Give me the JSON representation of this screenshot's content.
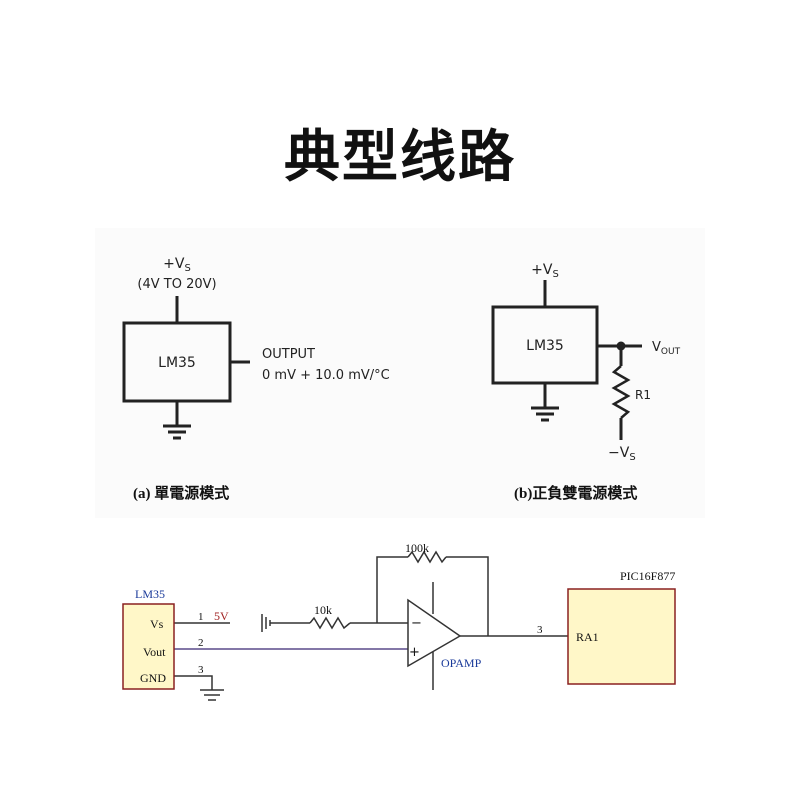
{
  "title": "典型线路",
  "circuit_a": {
    "supply_label": "+V",
    "supply_sub": "S",
    "supply_range": "(4V TO 20V)",
    "chip": "LM35",
    "output_label": "OUTPUT",
    "output_formula": "0 mV + 10.0 mV/°C",
    "caption": "(a) 單電源模式"
  },
  "circuit_b": {
    "supply_label": "+V",
    "supply_sub": "S",
    "chip": "LM35",
    "vout_label": "V",
    "vout_sub": "OUT",
    "resistor": "R1",
    "neg_supply_label": "−V",
    "neg_supply_sub": "S",
    "caption": "(b)正負雙電源模式"
  },
  "circuit_c": {
    "sensor": "LM35",
    "pin_vs": "Vs",
    "pin_vout": "Vout",
    "pin_gnd": "GND",
    "pin1": "1",
    "pin2": "2",
    "pin3": "3",
    "supply": "5V",
    "r_in": "10k",
    "r_fb": "100k",
    "opamp": "OPAMP",
    "opamp_minus": "−",
    "opamp_plus": "+",
    "mcu": "PIC16F877",
    "mcu_pin": "RA1",
    "mcu_pin_num": "3"
  }
}
